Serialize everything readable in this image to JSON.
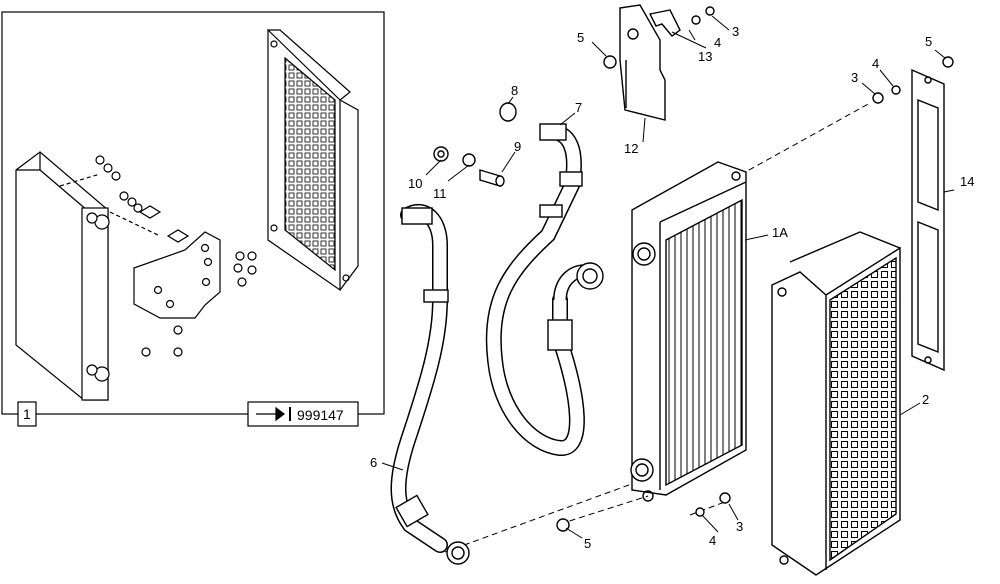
{
  "inset": {
    "view_label": "1",
    "ref_number": "999147"
  },
  "callouts": {
    "c1A": "1A",
    "c2": "2",
    "c3a": "3",
    "c3b": "3",
    "c3c": "3",
    "c4a": "4",
    "c4b": "4",
    "c4c": "4",
    "c5a": "5",
    "c5b": "5",
    "c5c": "5",
    "c6": "6",
    "c7": "7",
    "c8": "8",
    "c9": "9",
    "c10": "10",
    "c11": "11",
    "c12": "12",
    "c13": "13",
    "c14": "14"
  }
}
